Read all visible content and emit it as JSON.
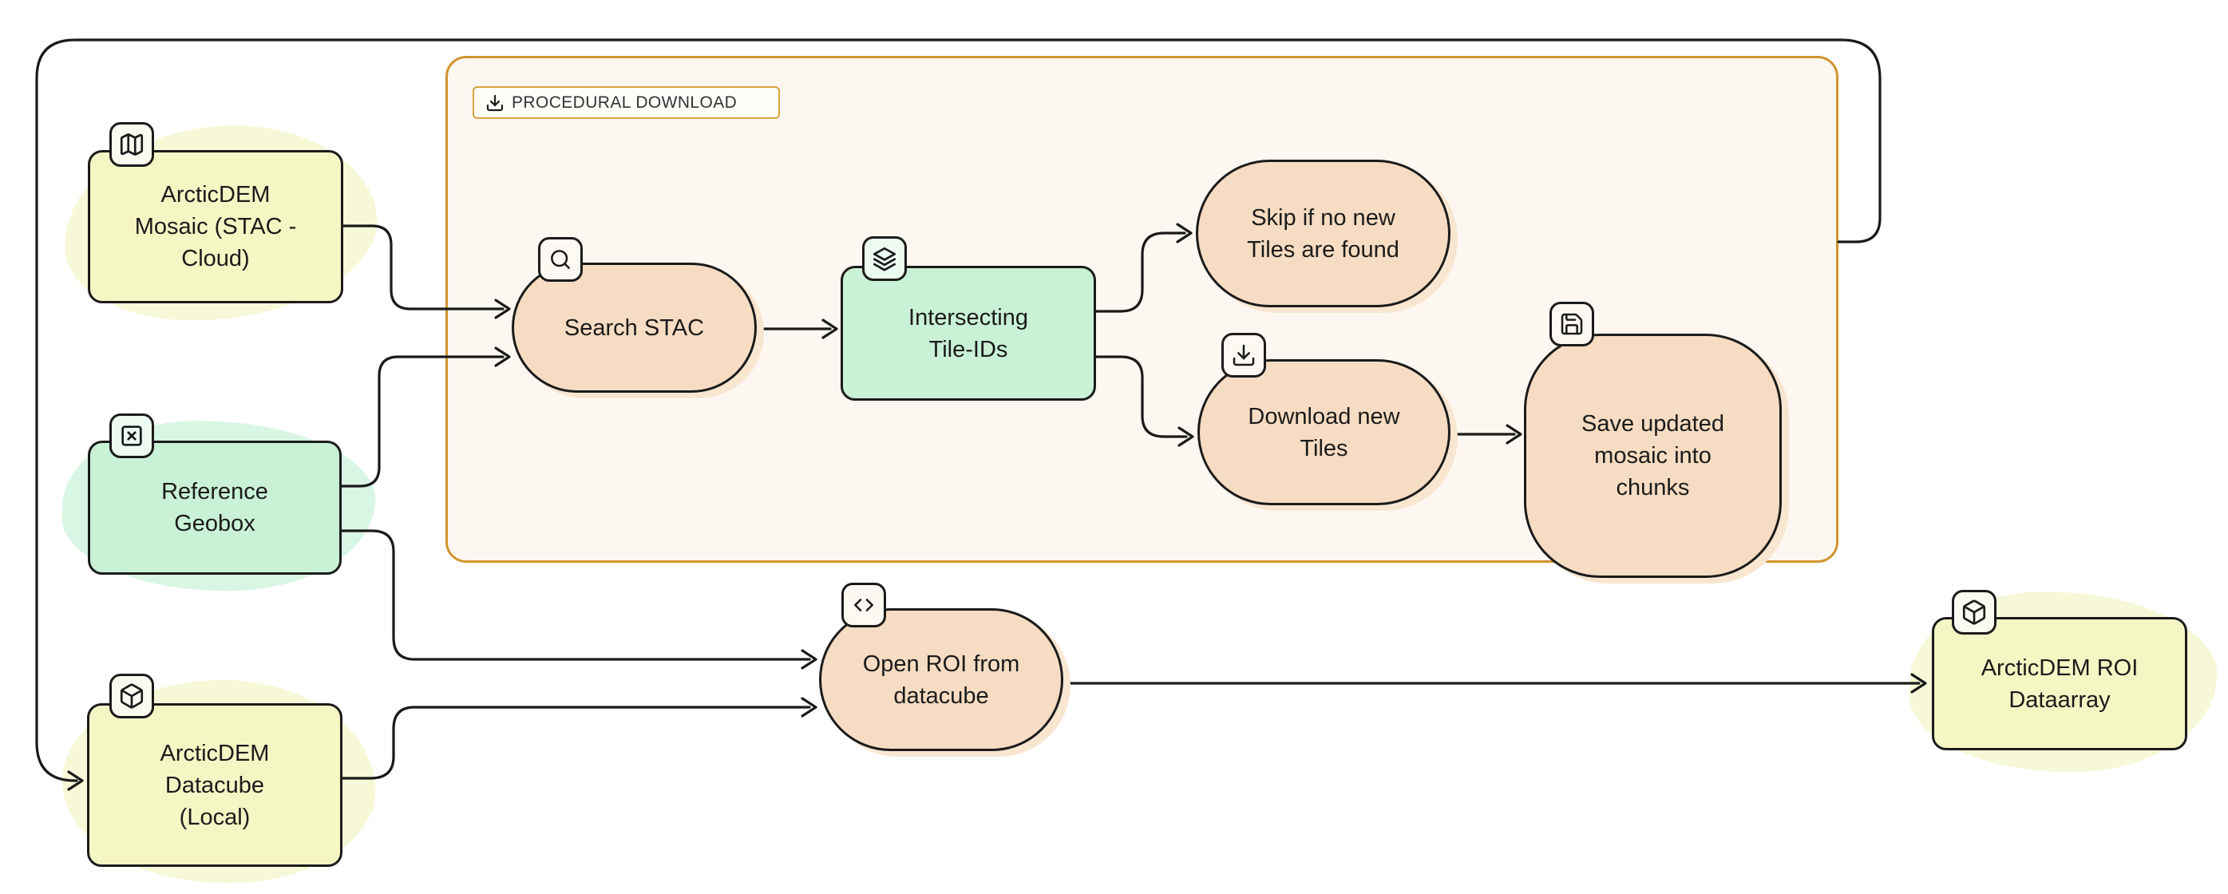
{
  "group": {
    "label": "PROCEDURAL DOWNLOAD",
    "icon": "download-icon",
    "border_color": "#d1942f",
    "fill": "#fcf8f1"
  },
  "colors": {
    "yellow_node": "#f4f6c4",
    "green_node": "#c9f1d6",
    "peach_node": "#f6dcc2",
    "yellow_glow": "#f6f8d7",
    "green_glow": "#d9f6e4",
    "peach_glow": "#f9e6d1",
    "stroke": "#1a1a1a"
  },
  "nodes": {
    "arcticdem_mosaic": {
      "label": "ArcticDEM\nMosaic (STAC -\nCloud)",
      "icon": "map-icon",
      "color": "yellow"
    },
    "reference_geobox": {
      "label": "Reference\nGeobox",
      "icon": "x-square-icon",
      "color": "green"
    },
    "arcticdem_datacube": {
      "label": "ArcticDEM\nDatacube\n(Local)",
      "icon": "cube-icon",
      "color": "yellow"
    },
    "search_stac": {
      "label": "Search STAC",
      "icon": "search-icon",
      "color": "peach"
    },
    "intersecting_tile_ids": {
      "label": "Intersecting\nTile-IDs",
      "icon": "layers-icon",
      "color": "green"
    },
    "skip_if_no_new_tiles": {
      "label": "Skip if no new\nTiles are found",
      "icon": null,
      "color": "peach"
    },
    "download_new_tiles": {
      "label": "Download new\nTiles",
      "icon": "download-icon",
      "color": "peach"
    },
    "save_updated_mosaic": {
      "label": "Save updated\nmosaic into\nchunks",
      "icon": "save-icon",
      "color": "peach"
    },
    "open_roi": {
      "label": "Open ROI from\ndatacube",
      "icon": "code-icon",
      "color": "peach"
    },
    "arcticdem_roi_dataarray": {
      "label": "ArcticDEM ROI\nDataarray",
      "icon": "cube-icon",
      "color": "yellow"
    }
  },
  "edges": [
    {
      "from": "procedural_download_group",
      "to": "arcticdem_datacube"
    },
    {
      "from": "arcticdem_mosaic",
      "to": "search_stac"
    },
    {
      "from": "reference_geobox",
      "to": "search_stac"
    },
    {
      "from": "reference_geobox",
      "to": "open_roi"
    },
    {
      "from": "arcticdem_datacube",
      "to": "open_roi"
    },
    {
      "from": "search_stac",
      "to": "intersecting_tile_ids"
    },
    {
      "from": "intersecting_tile_ids",
      "to": "skip_if_no_new_tiles"
    },
    {
      "from": "intersecting_tile_ids",
      "to": "download_new_tiles"
    },
    {
      "from": "download_new_tiles",
      "to": "save_updated_mosaic"
    },
    {
      "from": "open_roi",
      "to": "arcticdem_roi_dataarray"
    }
  ]
}
